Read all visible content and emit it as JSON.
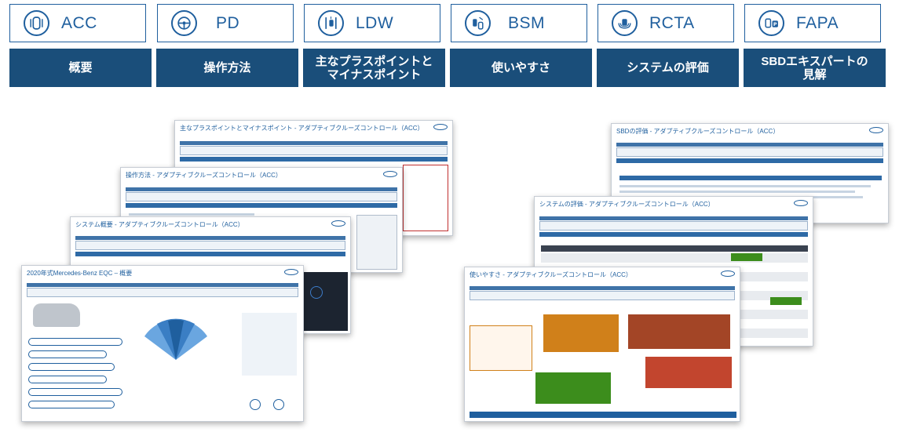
{
  "feature_tabs": [
    {
      "label": "ACC",
      "icon": "adaptive-cruise-icon"
    },
    {
      "label": "PD",
      "icon": "steering-wheel-icon"
    },
    {
      "label": "LDW",
      "icon": "lane-departure-icon"
    },
    {
      "label": "BSM",
      "icon": "blind-spot-icon"
    },
    {
      "label": "RCTA",
      "icon": "rear-cross-traffic-icon"
    },
    {
      "label": "FAPA",
      "icon": "parking-assist-icon"
    }
  ],
  "section_tabs": [
    {
      "label": "概要"
    },
    {
      "label": "操作方法"
    },
    {
      "label": "主なプラスポイントと\nマイナスポイント"
    },
    {
      "label": "使いやすさ"
    },
    {
      "label": "システムの評価"
    },
    {
      "label": "SBDエキスパートの\n見解"
    }
  ],
  "slides": {
    "plus_minus": "主なプラスポイントとマイナスポイント - アダプティブクルーズコントロール（ACC）",
    "operation": "操作方法 - アダプティブクルーズコントロール（ACC）",
    "system_overview": "システム概要 - アダプティブクルーズコントロール（ACC）",
    "overview": "2020年式Mercedes-Benz EQC – 概要",
    "sbd_evaluation": "SBDの評価 - アダプティブクルーズコントロール（ACC）",
    "system_evaluation": "システムの評価 - アダプティブクルーズコントロール（ACC）",
    "usability": "使いやすさ - アダプティブクルーズコントロール（ACC）"
  },
  "colors": {
    "primary_blue": "#1f5f9e",
    "nav_navy": "#1a4e7a",
    "accent_green": "#3c8d1c",
    "accent_orange": "#d0801a"
  }
}
